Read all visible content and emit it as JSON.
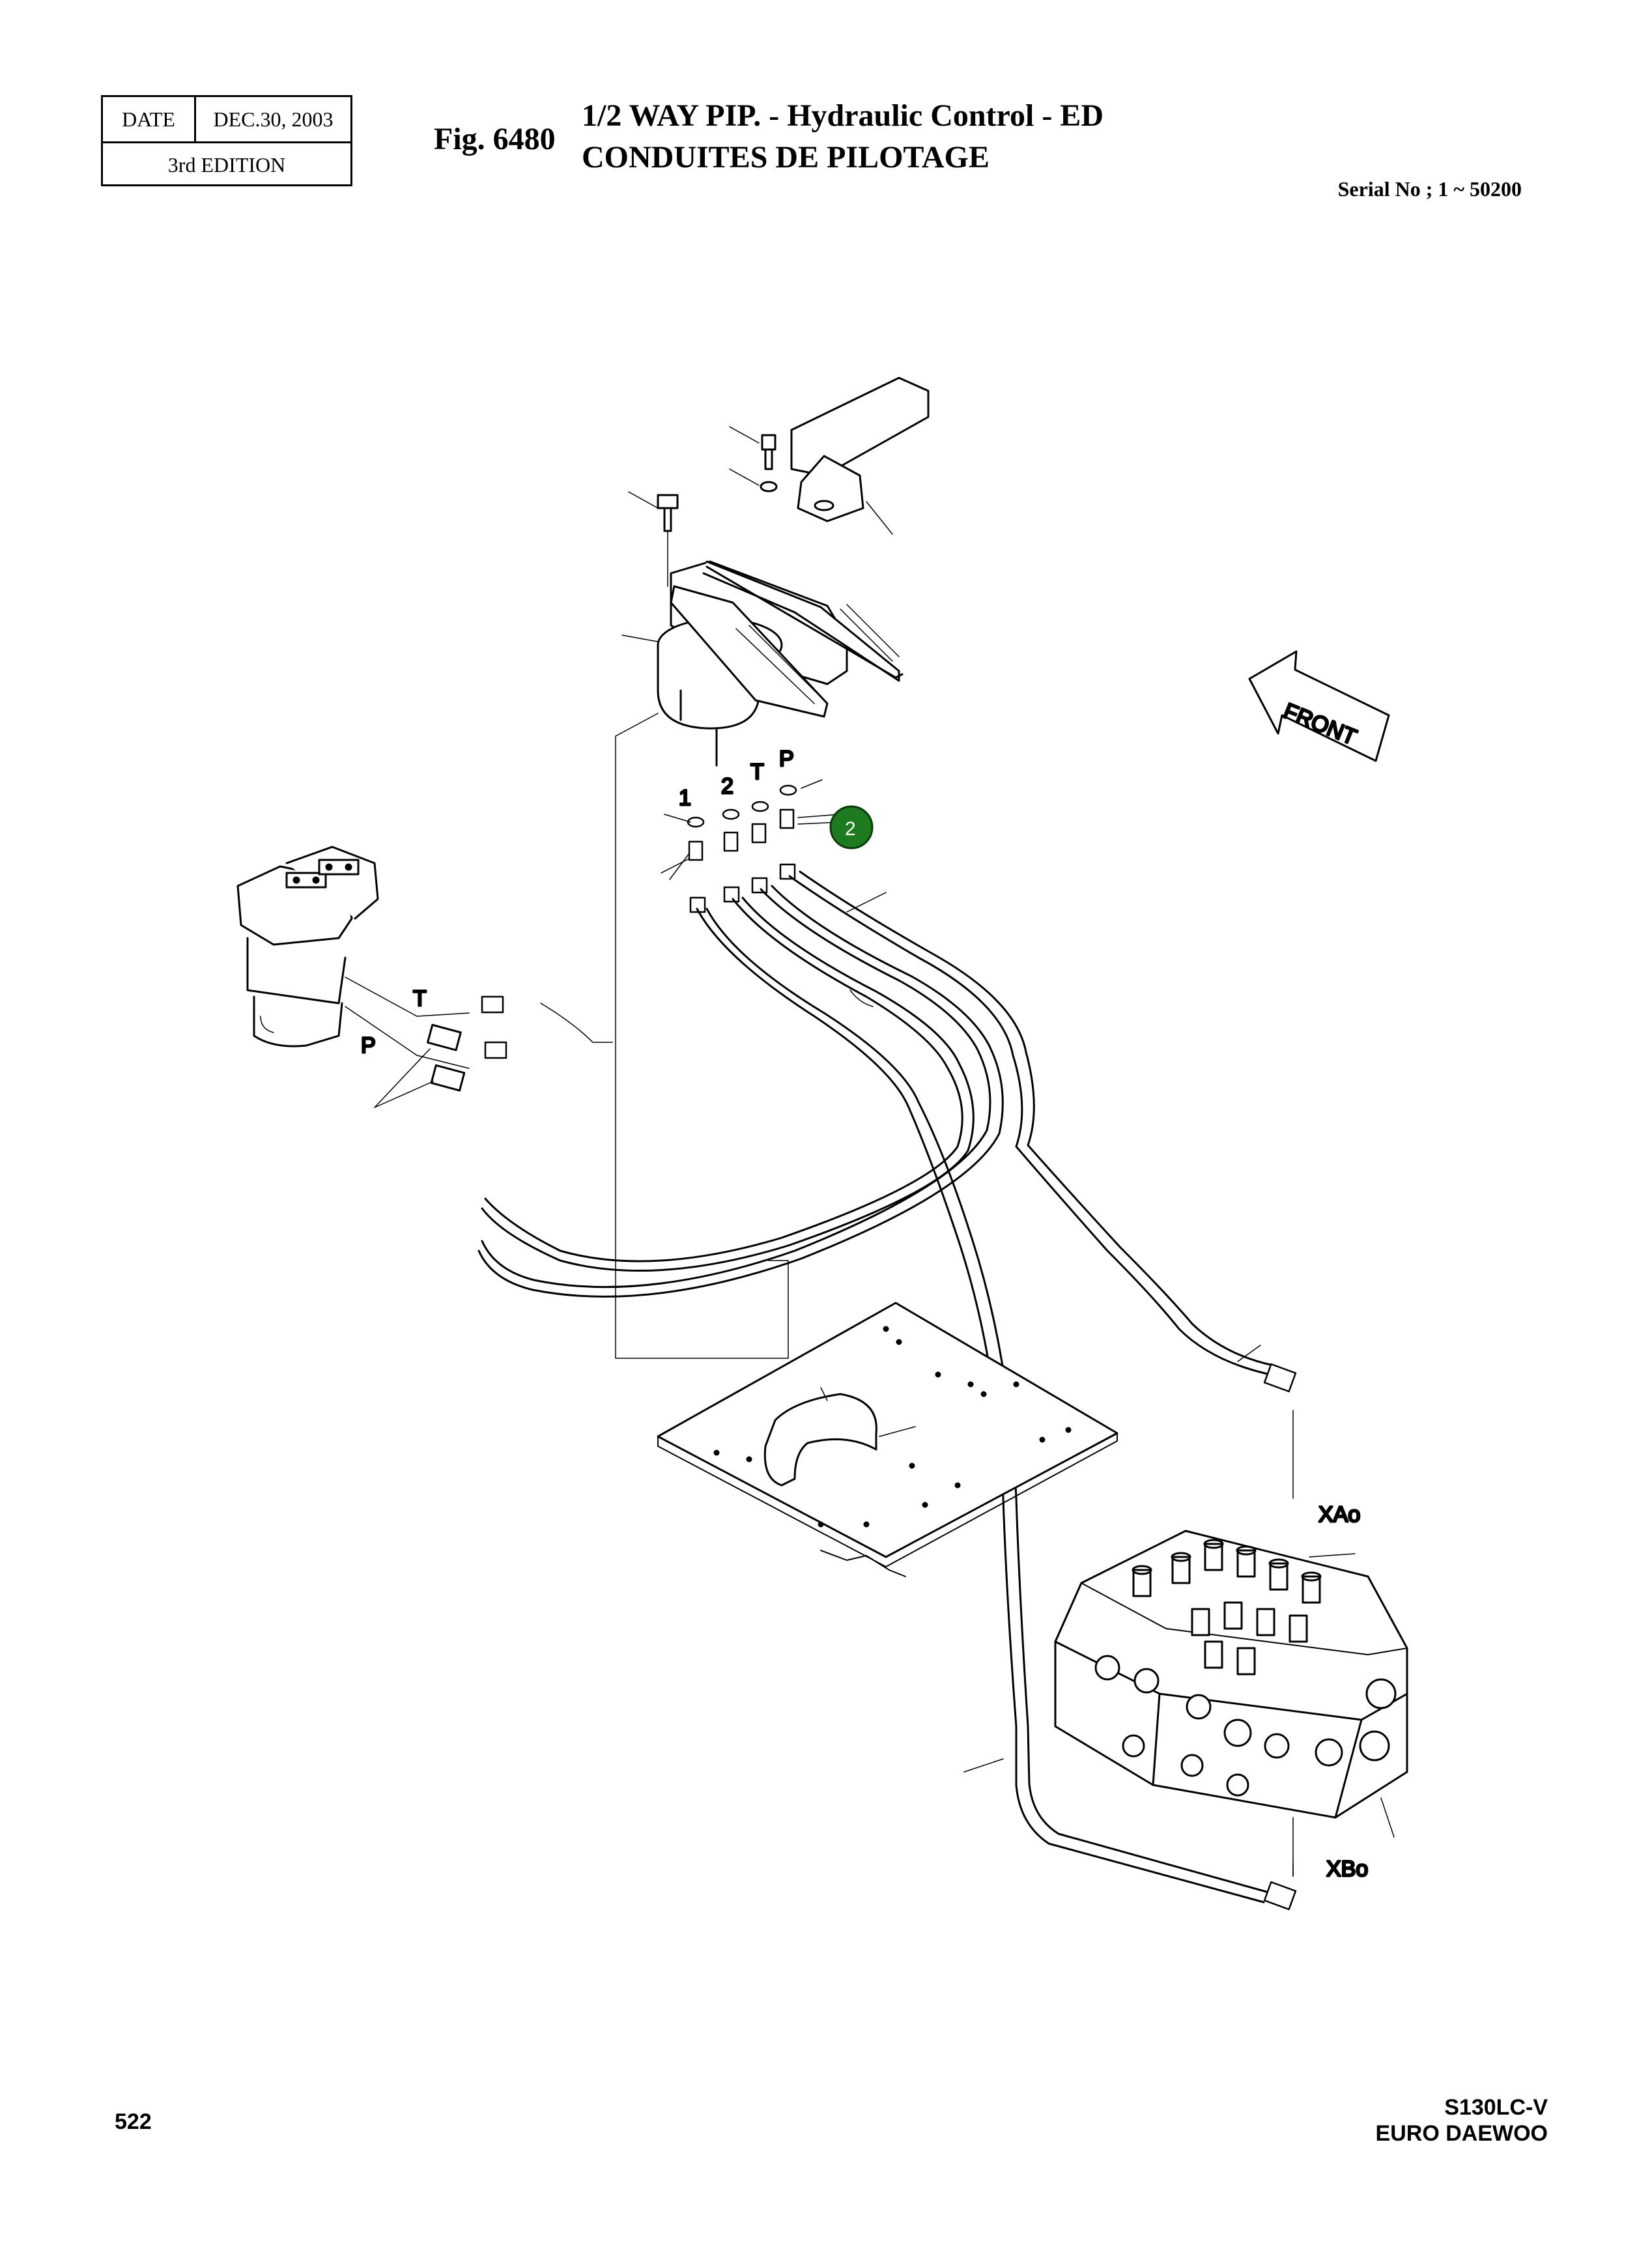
{
  "header": {
    "date_label": "DATE",
    "date_value": "DEC.30, 2003",
    "edition": "3rd EDITION",
    "fig_number": "Fig. 6480",
    "title_line1": "1/2 WAY PIP. - Hydraulic Control - ED",
    "title_line2": "CONDUITES DE PILOTAGE",
    "serial": "Serial No ; 1 ~ 50200"
  },
  "diagram": {
    "port_labels": {
      "pedal_1": "1",
      "pedal_2": "2",
      "pedal_T": "T",
      "pedal_P": "P",
      "valve_T": "T",
      "valve_P": "P",
      "xa": "XAo",
      "xb": "XBo"
    },
    "front_label": "FRONT",
    "callout": {
      "number": "2",
      "color": "#1e7a1e"
    }
  },
  "footer": {
    "page_number": "522",
    "model": "S130LC-V",
    "brand": "EURO DAEWOO"
  }
}
